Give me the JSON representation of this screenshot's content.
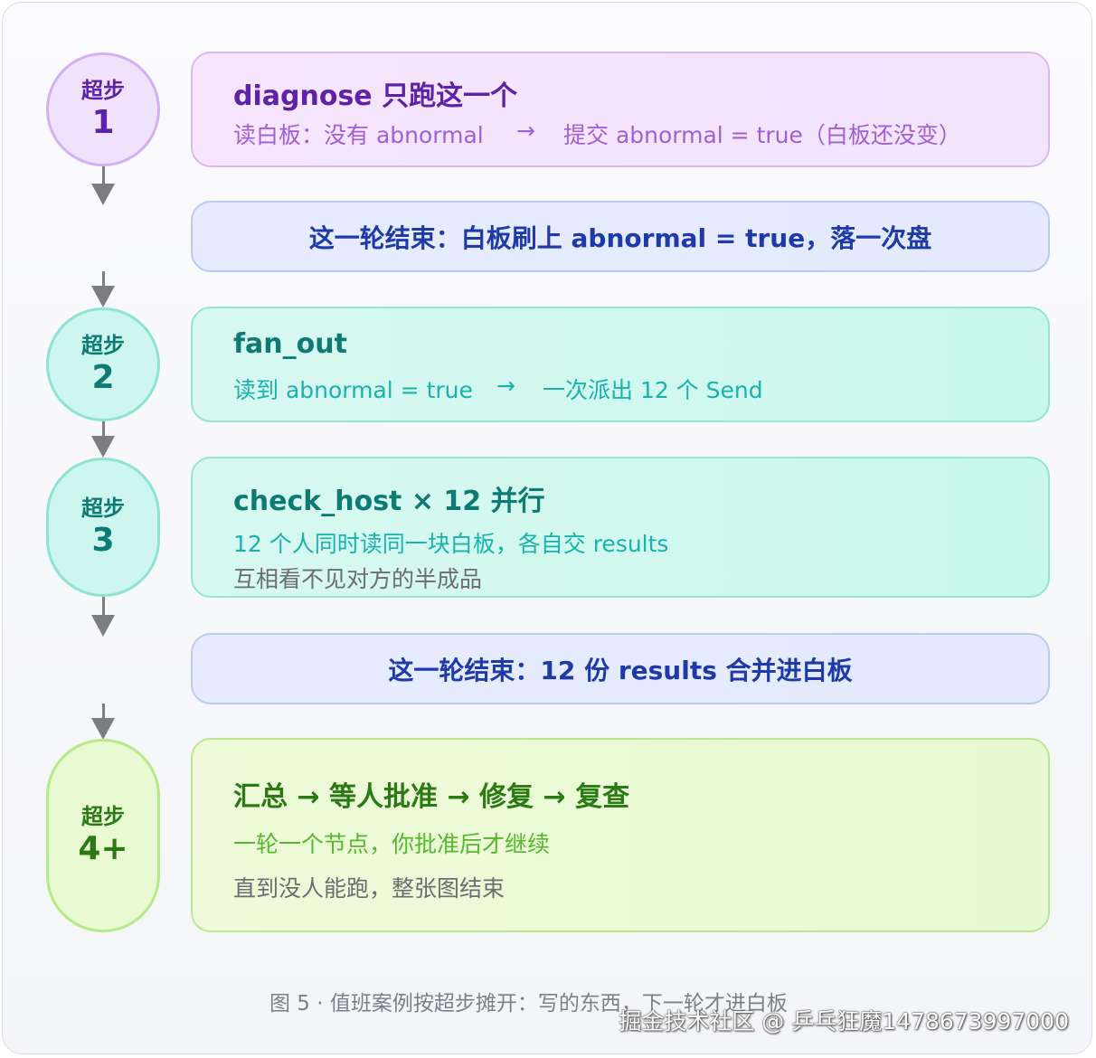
{
  "steps": [
    {
      "word": "超步",
      "num": "1"
    },
    {
      "word": "超步",
      "num": "2"
    },
    {
      "word": "超步",
      "num": "3"
    },
    {
      "word": "超步",
      "num": "4+"
    }
  ],
  "cards": {
    "diagnose": {
      "title": "diagnose 只跑这一个",
      "left": "读白板：没有 abnormal",
      "arrow": "→",
      "right": "提交 abnormal = true（白板还没变）"
    },
    "banner1": "这一轮结束：白板刷上 abnormal = true，落一次盘",
    "fan_out": {
      "title": "fan_out",
      "left": "读到 abnormal = true",
      "arrow": "→",
      "right": "一次派出 12 个 Send"
    },
    "check_host": {
      "title": "check_host × 12 并行",
      "line1": "12 个人同时读同一块白板，各自交 results",
      "line2": "互相看不见对方的半成品"
    },
    "banner2": "这一轮结束：12 份 results 合并进白板",
    "summary": {
      "title": "汇总 → 等人批准 → 修复 → 复查",
      "line1": "一轮一个节点，你批准后才继续",
      "line2": "直到没人能跑，整张图结束"
    }
  },
  "caption": "图 5 · 值班案例按超步摊开：写的东西，下一轮才进白板",
  "watermark": "掘金技术社区 @ 乒乓狂魔1478673997000",
  "colors": {
    "purple": "#5d22a8",
    "purple_light": "#a05fd6",
    "blue": "#1d3aa8",
    "teal": "#0d7b73",
    "teal_light": "#18b3ad",
    "green": "#2b7a14",
    "green_light": "#55b82d",
    "gray_text": "#6b6d72"
  }
}
